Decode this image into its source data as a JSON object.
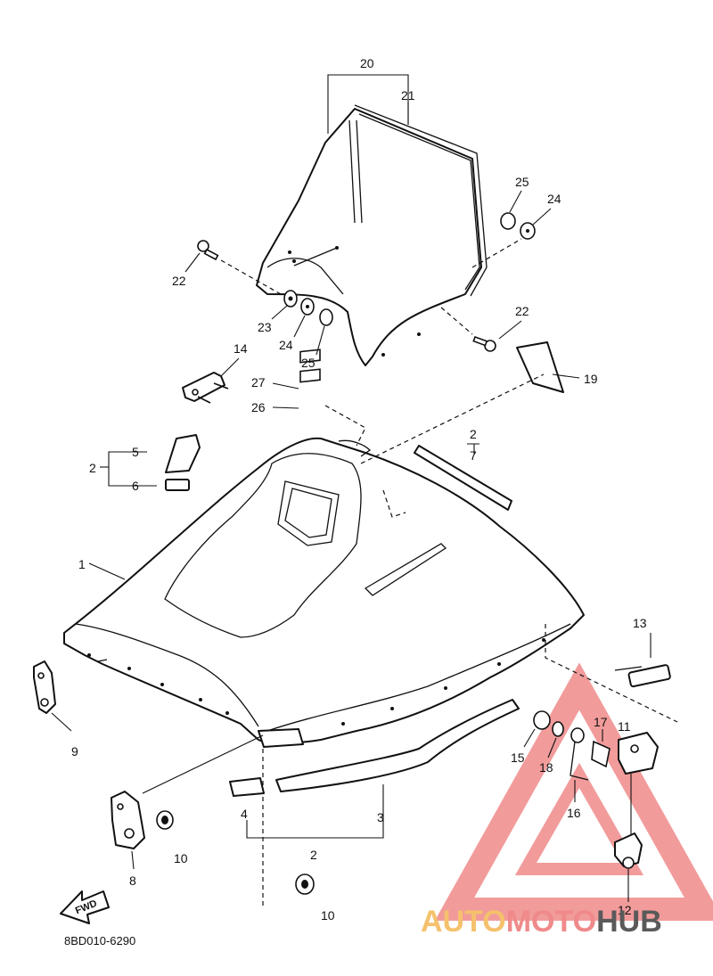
{
  "diagram_code": "8BD010-6290",
  "fwd_label": "FWD",
  "watermark": {
    "part1": "AUTO",
    "part2": "MOTO",
    "part3": "HUB",
    "color1": "#f5c16c",
    "color2": "#f08a8a",
    "color3": "#5a5a5a",
    "logo_color": "#f08a8a"
  },
  "callouts": {
    "c1": "1",
    "c2a": "2",
    "c2b": "2",
    "c2c": "2",
    "c3": "3",
    "c4": "4",
    "c5": "5",
    "c6": "6",
    "c7": "7",
    "c8": "8",
    "c9": "9",
    "c10a": "10",
    "c10b": "10",
    "c11": "11",
    "c12": "12",
    "c13": "13",
    "c14": "14",
    "c15": "15",
    "c16": "16",
    "c17": "17",
    "c18": "18",
    "c19": "19",
    "c20": "20",
    "c21": "21",
    "c22a": "22",
    "c22b": "22",
    "c23": "23",
    "c24a": "24",
    "c24b": "24",
    "c25a": "25",
    "c25b": "25",
    "c26": "26",
    "c27": "27"
  }
}
